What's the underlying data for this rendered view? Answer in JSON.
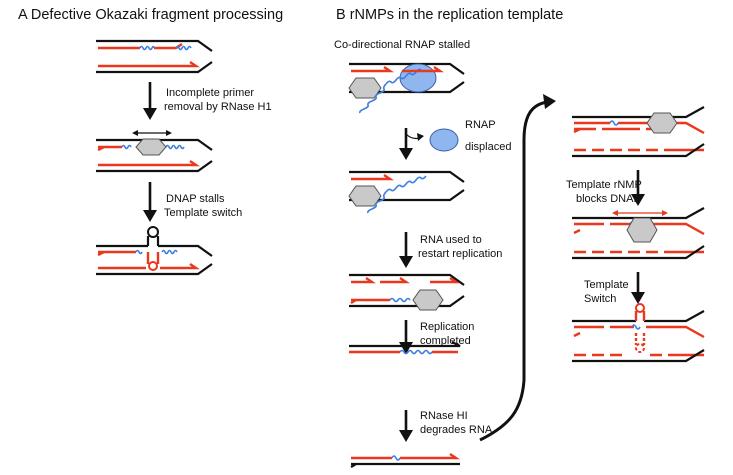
{
  "colors": {
    "parental_strand": "#111111",
    "new_dna": "#e8381e",
    "rna": "#3c7fe0",
    "dnap_fill": "#c9c9c9",
    "rnap_fill": "#8fb6ee",
    "arrow": "#111111"
  },
  "panel_a": {
    "title": "A  Defective Okazaki fragment processing",
    "step1_line1": "Incomplete primer",
    "step1_line2": "removal by RNase H1",
    "step2_line1": "DNAP stalls",
    "step2_line2": "Template switch"
  },
  "panel_b": {
    "title": "B  rNMPs in the replication template",
    "caption": "Co-directional RNAP stalled",
    "rnap_label_line1": "RNAP",
    "rnap_label_line2": "displaced",
    "step1_line1": "RNA used to",
    "step1_line2": "restart replication",
    "step2_line1": "Replication",
    "step2_line2": "completed",
    "step3_line1": "RNase HI",
    "step3_line2": "degrades RNA",
    "step4_line1": "Template rNMP",
    "step4_line2": "blocks DNAP",
    "step5_line1": "Template",
    "step5_line2": "Switch"
  }
}
